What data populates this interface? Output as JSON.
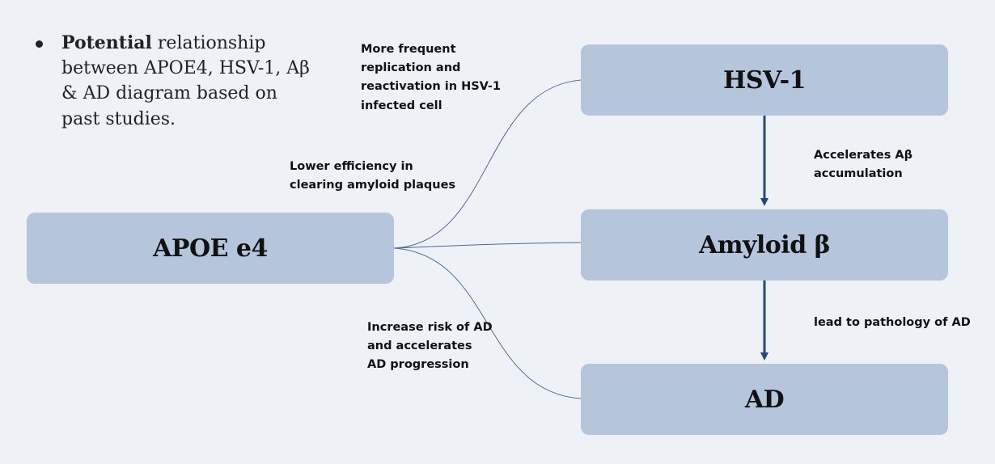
{
  "bullet": {
    "bold_text": "Potential",
    "rest_text": " relationship between APOE4, HSV-1, Aβ & AD diagram based on past studies."
  },
  "nodes": {
    "apoe": "APOE e4",
    "hsv": "HSV-1",
    "amyloid": "Amyloid β",
    "ad": "AD"
  },
  "notes": {
    "hsv_replication": "More frequent\nreplication and\nreactivation in HSV-1\ninfected cell",
    "clearing": "Lower efficiency in\nclearing  amyloid plaques",
    "risk": "Increase risk of AD\nand accelerates\nAD progression",
    "accelerates": "Accelerates Aβ\naccumulation",
    "lead": "lead to pathology of AD"
  },
  "colors": {
    "node_fill": "#b5c5dc",
    "arrow": "#24487a",
    "connector": "#4a6a9a",
    "background": "#eef2f6"
  }
}
